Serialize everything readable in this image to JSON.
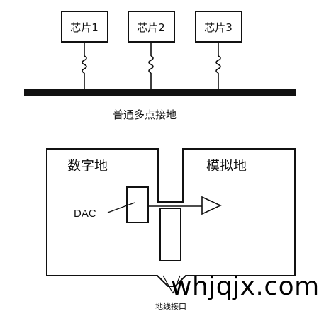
{
  "top_diagram": {
    "chips": [
      "芯片1",
      "芯片2",
      "芯片3"
    ],
    "caption": "普通多点接地"
  },
  "bottom_diagram": {
    "left_region": "数字地",
    "right_region": "模拟地",
    "dac_label": "DAC",
    "interface_label": "地线接口"
  },
  "watermark": "whjqjx.com"
}
